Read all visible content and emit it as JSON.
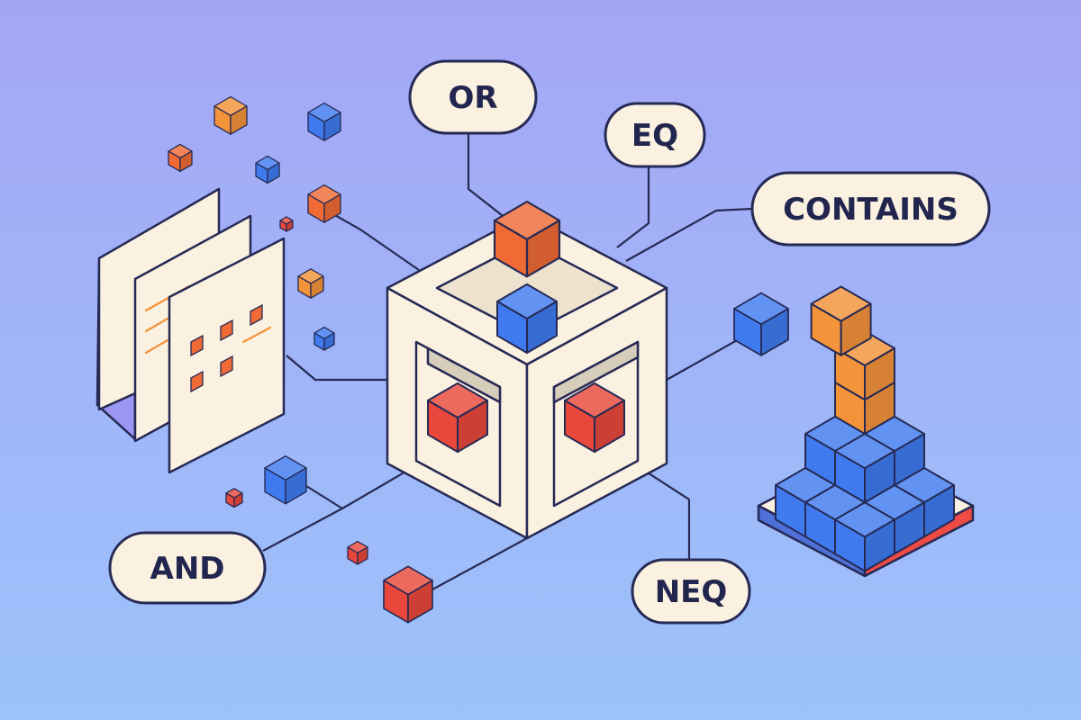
{
  "labels": {
    "or": "OR",
    "eq": "EQ",
    "contains": "CONTAINS",
    "and": "AND",
    "neq": "NEQ"
  },
  "colors": {
    "background_top": "#a4a6f5",
    "background_bottom": "#9cc3fb",
    "outline": "#262a55",
    "cream": "#fbf1e0",
    "cube_orange": "#f3933a",
    "cube_orange_red": "#ef6a35",
    "cube_red": "#e8483b",
    "cube_blue": "#3f7bef",
    "base_red": "#ef4b45",
    "base_blue": "#4f70d8"
  },
  "icons": [
    "document-stack-icon",
    "query-engine-cube-icon",
    "stacked-blocks-icon",
    "floating-cube-icon"
  ]
}
